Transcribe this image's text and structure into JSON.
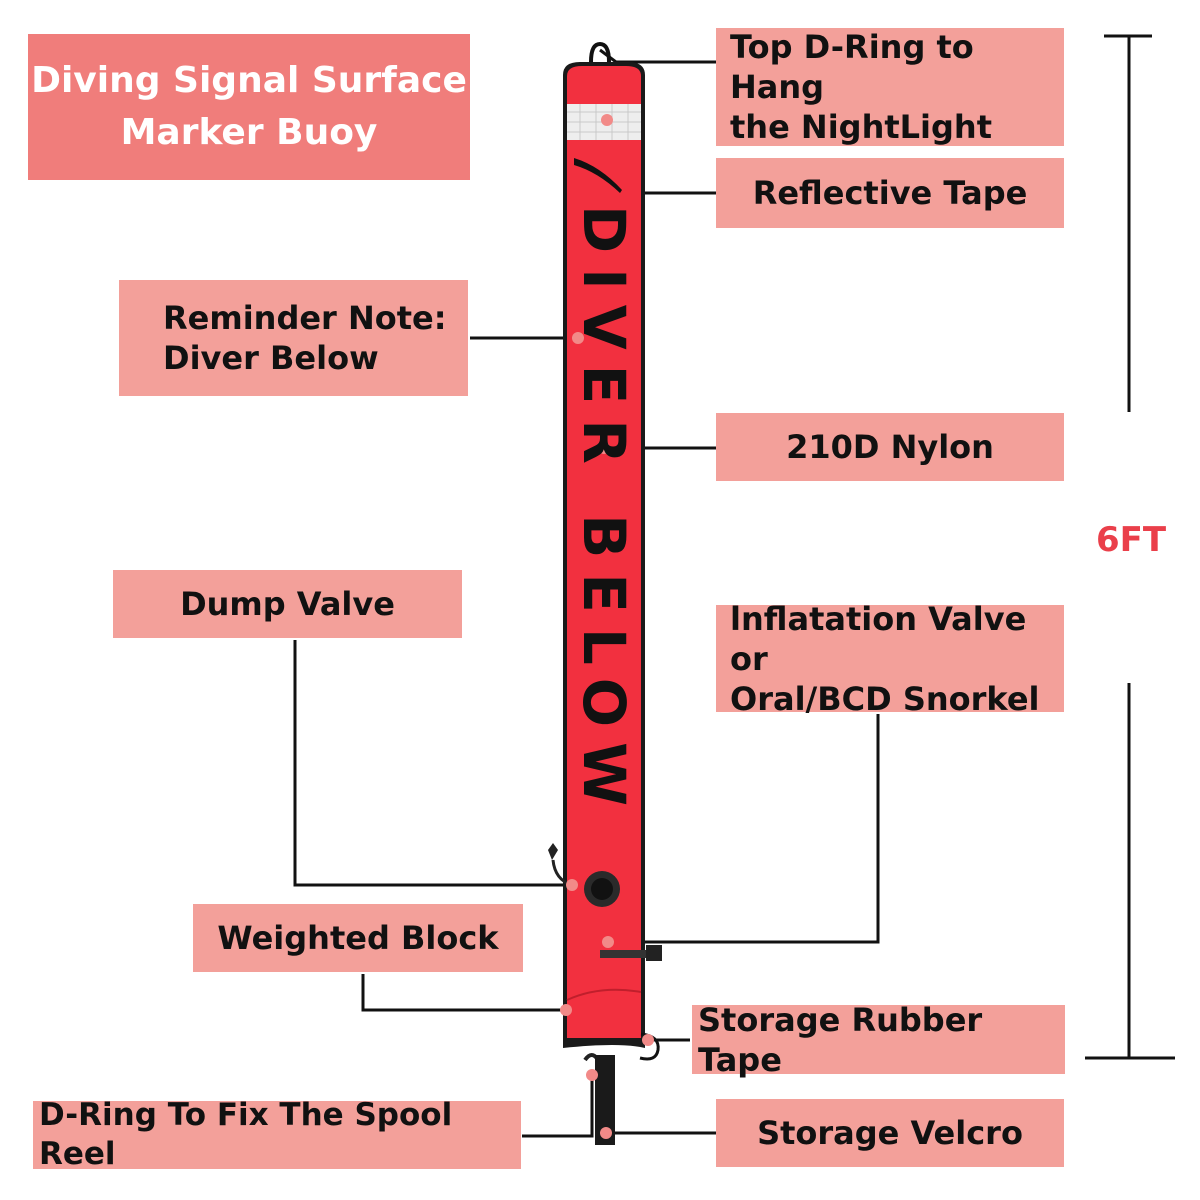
{
  "title": {
    "line1": "Diving Signal Surface",
    "line2": "Marker Buoy"
  },
  "buoy": {
    "printed_text": "DIVER BELOW"
  },
  "labels": {
    "top_d_ring": "Top D-Ring to Hang\nthe NightLight",
    "reflective_tape": "Reflective Tape",
    "reminder_note": "Reminder Note:\nDiver Below",
    "nylon": "210D Nylon",
    "dump_valve": "Dump Valve",
    "inflation_valve": "lnflatation Valve or\nOral/BCD Snorkel",
    "weighted_block": "Weighted Block",
    "storage_rubber_tape": "Storage Rubber Tape",
    "d_ring_spool": "D-Ring To Fix The Spool Reel",
    "storage_velcro": "Storage Velcro"
  },
  "height_label": "6FT",
  "colors": {
    "buoy_red": "#f2303f",
    "label_bg": "#f3a09a",
    "title_bg": "#f07d7b",
    "height_text": "#ea3f4a",
    "dot": "#f28a88"
  }
}
